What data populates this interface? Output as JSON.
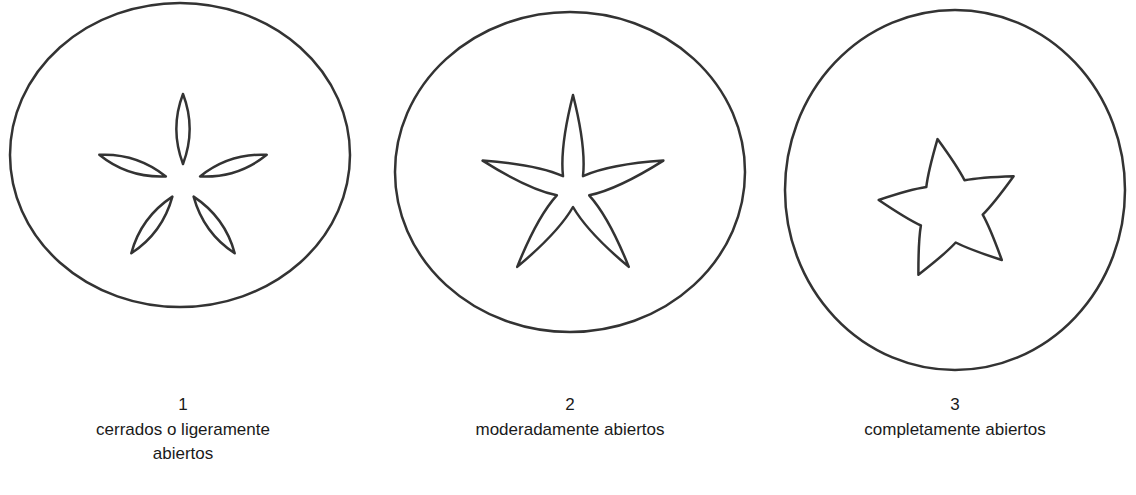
{
  "diagram": {
    "labels": [
      "1",
      "cerrados o ligeramente abiertos",
      "2",
      "moderadamente abiertos",
      "3",
      "completamente abiertos"
    ]
  }
}
